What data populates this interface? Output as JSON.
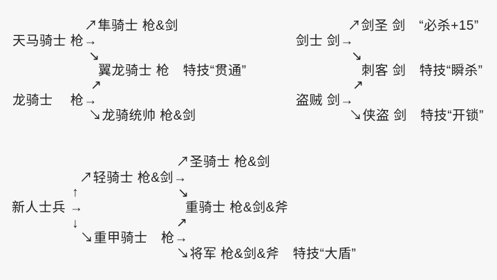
{
  "colors": {
    "background": "#f7f7f7",
    "text": "#212121"
  },
  "glyphs": {
    "ne": "↗",
    "se": "↘",
    "up": "↑",
    "down": "↓"
  },
  "trees": {
    "flyers": {
      "falcon_knight": "↗隼骑士 枪&剑",
      "pegasus_knight": "天马骑士 枪→",
      "wyvern_knight": "翼龙骑士 枪　特技“贯通”",
      "dragon_knight": "龙骑士　 枪→",
      "dragon_marshal": "↘龙骑统帅 枪&剑"
    },
    "swords": {
      "sword_saint": "↗剑圣 剑　“必杀+15”",
      "swordsman": "剑士 剑→",
      "assassin": "刺客 剑　特技“瞬杀”",
      "thief": "盗贼 剑→",
      "rogue": "↘侠盗 剑　特技“开锁”"
    },
    "knights": {
      "holy_knight": "↗圣骑士 枪&剑",
      "light_knight": "↗轻骑士 枪&剑→",
      "recruit": "新人士兵 →",
      "heavy_knight": "重骑士 枪&剑&斧",
      "armored_knight": "↘重甲骑士　枪→",
      "general": "↘将军 枪&剑&斧　特技“大盾”"
    }
  }
}
